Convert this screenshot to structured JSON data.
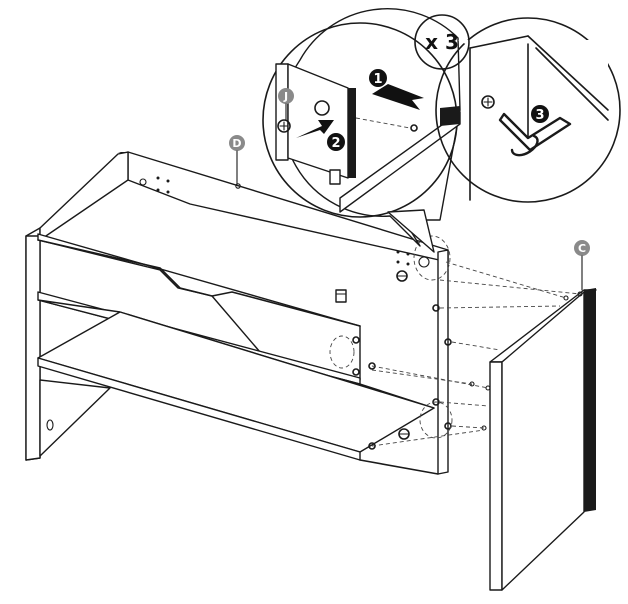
{
  "parts": {
    "d": {
      "letter": "D"
    },
    "c": {
      "letter": "C"
    },
    "j": {
      "letter": "J"
    }
  },
  "steps": [
    {
      "number": "1"
    },
    {
      "number": "2"
    },
    {
      "number": "3"
    }
  ],
  "quantity": {
    "label": "x 3"
  },
  "colors": {
    "line": "#1a1a1a",
    "badge": "#8a8a8a",
    "step": "#111111"
  }
}
